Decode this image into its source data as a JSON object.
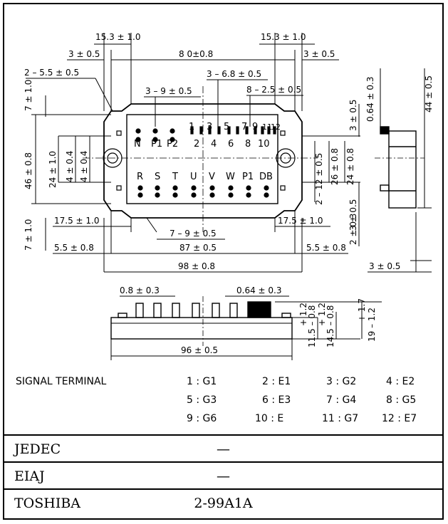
{
  "dimensions": {
    "top_left_15_3": "15.3 ± 1.0",
    "top_right_15_3": "15.3 ± 1.0",
    "left_3": "3 ± 0.5",
    "center_80": "8 0±0.8",
    "right_3": "3 ± 0.5",
    "holes_2_5_5": "2 – 5.5 ± 0.5",
    "pins_3_6_8": "3 – 6.8 ± 0.5",
    "pins_3_9": "3 – 9 ± 0.5",
    "pins_8_2_5": "8 – 2.5 ± 0.5",
    "left_7": "7 ± 1.0",
    "left_46": "46 ± 0.8",
    "left_24": "24 ± 1.0",
    "left_4a": "4 ± 0.4",
    "left_4b": "4 ± 0.4",
    "right_2_12": "2 – 12 ± 0.5",
    "right_26": "26 ± 0.8",
    "right_24": "24 ± 0.8",
    "right_3a": "3 ± 0.5",
    "right_0_64": "0.64 ± 0.3",
    "side_44": "44 ± 0.5",
    "right_3b": "3 ± 0.5",
    "right_2": "2 ± 0.3",
    "bottom_7_9": "7 – 9 ± 0.5",
    "left_17_5": "17.5 ± 1.0",
    "right_17_5": "17.5 ± 1.0",
    "left_7_1": "7 ± 1.0",
    "left_5_5": "5.5 ± 0.8",
    "center_87": "87 ± 0.5",
    "right_5_5": "5.5 ± 0.8",
    "overall_98": "98 ± 0.8",
    "side_3": "3 ± 0.5",
    "front_0_8": "0.8 ± 0.3",
    "front_0_64": "0.64 ± 0.3",
    "front_96": "96 ± 0.5",
    "front_11_5_a": "11.5 – 0.8",
    "front_11_5_b": "+ 1.2",
    "front_14_5_a": "14.5 – 0.8",
    "front_14_5_b": "+ 1.2",
    "front_19_a": "19 – 1.2",
    "front_19_b": "+ 1.7"
  },
  "pin_labels": {
    "top_numbers": [
      "1",
      "3",
      "5",
      "7",
      "9",
      "11",
      "12"
    ],
    "mid_numbers": [
      "2",
      "4",
      "6",
      "8",
      "10"
    ],
    "top_row": [
      "N",
      "P1",
      "P2"
    ],
    "bottom_row": [
      "R",
      "S",
      "T",
      "U",
      "V",
      "W",
      "P1",
      "DB"
    ]
  },
  "signal_terminal": {
    "title": "SIGNAL TERMINAL",
    "rows": [
      [
        "1 : G1",
        "2 : E1",
        "3 : G2",
        "4 : E2"
      ],
      [
        "5 : G3",
        "6 : E3",
        "7 : G4",
        "8 : G5"
      ],
      [
        "9 : G6",
        "10 : E",
        "11 : G7",
        "12 : E7"
      ]
    ]
  },
  "standards": [
    {
      "label": "JEDEC",
      "value": "—"
    },
    {
      "label": "EIAJ",
      "value": "—"
    },
    {
      "label": "TOSHIBA",
      "value": "2-99A1A"
    }
  ]
}
